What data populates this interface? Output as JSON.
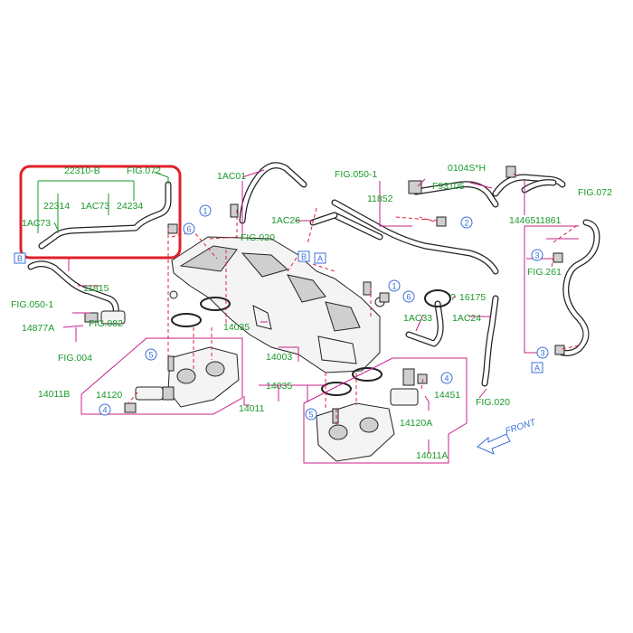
{
  "callouts": {
    "top_a": "22310-B",
    "top_b": "FIG.072",
    "p22314": "22314",
    "p1AC73a": "1AC73",
    "p24234": "24234",
    "p1AC73b": "1AC73",
    "fig050a": "FIG.050-1",
    "p11815": "11815",
    "fig082": "FIG.082",
    "p14877A": "14877A",
    "fig004": "FIG.004",
    "p1AC01": "1AC01",
    "fig020a": "FIG.020",
    "p1AC26": "1AC26",
    "fig050b": "FIG.050-1",
    "f93105": "F93105",
    "p11852": "11852",
    "p0104S": "0104S*H",
    "fig072b": "FIG.072",
    "p14465": "14465",
    "p11861": "11861",
    "fig261": "FIG.261",
    "p16175": "16175",
    "p1AC33": "1AC33",
    "p1AC24": "1AC24",
    "p14035a": "14035",
    "p14003": "14003",
    "p14035b": "14035",
    "p14011": "14011",
    "p14011B": "14011B",
    "p14120": "14120",
    "p14451": "14451",
    "p14120A": "14120A",
    "p14011A": "14011A",
    "fig020b": "FIG.020",
    "front": "FRONT"
  },
  "markers": {
    "box_b1": "B",
    "box_b2": "B",
    "box_a1": "A",
    "box_a2": "A",
    "n1a": "1",
    "n1b": "1",
    "n2": "2",
    "n3a": "3",
    "n3b": "3",
    "n4a": "4",
    "n4b": "4",
    "n5a": "5",
    "n5b": "5",
    "n6a": "6",
    "n6b": "6",
    "q": "?"
  },
  "colors": {
    "label_green": "#1a9a2a",
    "leader_magenta": "#c8208a",
    "dashed_red": "#e0203a",
    "marker_blue": "#3a6fd8",
    "highlight_red": "#e0202a"
  }
}
